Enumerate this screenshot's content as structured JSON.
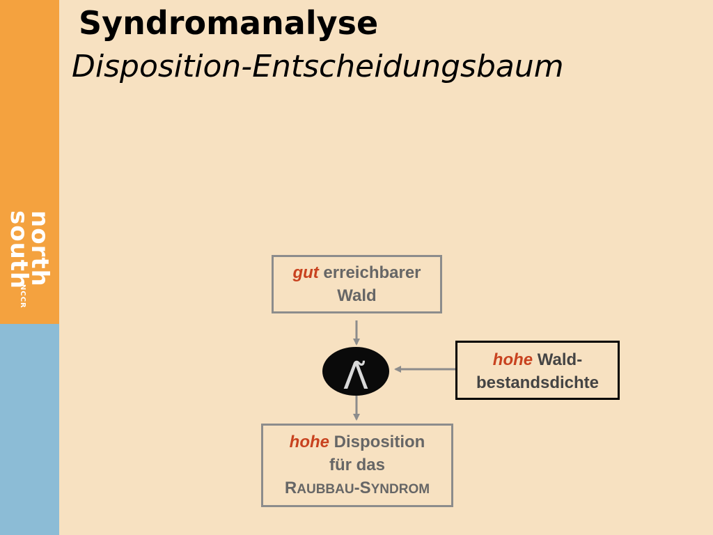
{
  "slide": {
    "title": "Syndromanalyse",
    "subtitle": "Disposition-Entscheidungsbaum"
  },
  "logo": {
    "line1": "north",
    "line2": "south",
    "badge": "NCCR"
  },
  "diagram": {
    "top_box": {
      "emphasis": "gut",
      "rest": " erreichbarer",
      "line2": "Wald"
    },
    "right_box": {
      "emphasis": "hohe",
      "rest": " Wald-",
      "line2": "bestandsdichte"
    },
    "operator_symbol": "Λ̃",
    "bottom_box": {
      "emphasis": "hohe",
      "rest": " Disposition",
      "line2": "für das",
      "syndrome_word1_cap": "R",
      "syndrome_word1_rest": "AUBBAU",
      "syndrome_dash": "-",
      "syndrome_word2_cap": "S",
      "syndrome_word2_rest": "YNDROM"
    }
  },
  "colors": {
    "background": "#f7e1c1",
    "sidebar_orange": "#f4a23f",
    "sidebar_blue": "#8cbcd6",
    "emphasis_red": "#c8421f",
    "box_text_gray": "#666666",
    "arrow_gray": "#8c8c8c"
  }
}
